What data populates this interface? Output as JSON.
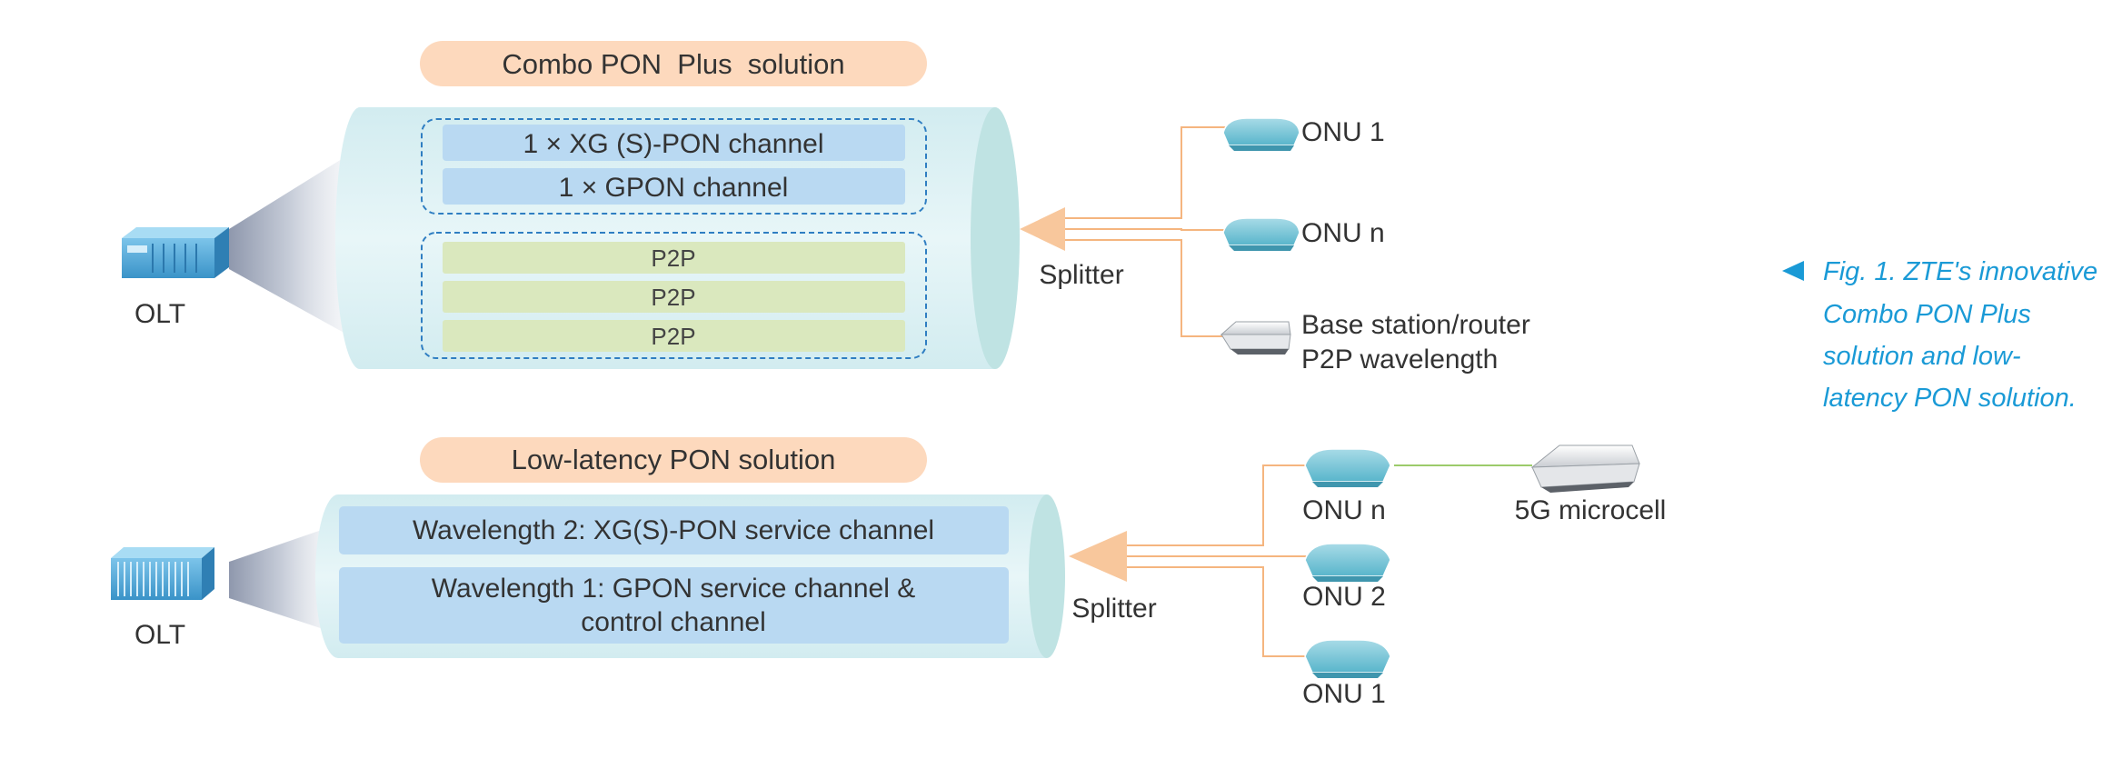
{
  "colors": {
    "pill": "#fdd9bd",
    "tube": "#dcf0f3",
    "tube_end": "#bfe3e3",
    "channel_blue": "#b9d9f2",
    "channel_green": "#dae8be",
    "group_border": "#2f7ec2",
    "fiber": "#f5b57f",
    "splitter": "#f8c79c",
    "device_blue": "#5fb6de",
    "caption": "#1a9ad6",
    "microcell_link": "#9ccb6b"
  },
  "combo": {
    "title": "Combo PON  Plus  solution",
    "olt_label": "OLT",
    "olt_icon": "olt-chassis-icon",
    "pon_channels": [
      "1 × XG (S)-PON channel",
      "1 × GPON channel"
    ],
    "p2p_channels": [
      "P2P",
      "P2P",
      "P2P"
    ],
    "splitter_label": "Splitter",
    "onus": [
      {
        "label": "ONU 1",
        "icon": "onu-icon"
      },
      {
        "label": "ONU n",
        "icon": "onu-icon"
      }
    ],
    "base_station": {
      "line1": "Base station/router",
      "line2": "P2P wavelength",
      "icon": "router-icon"
    }
  },
  "lowlatency": {
    "title": "Low-latency PON solution",
    "olt_label": "OLT",
    "olt_icon": "olt-chassis-icon",
    "channels": [
      {
        "lines": [
          "Wavelength 2: XG(S)-PON service channel"
        ]
      },
      {
        "lines": [
          "Wavelength 1: GPON service channel &",
          "control channel"
        ]
      }
    ],
    "splitter_label": "Splitter",
    "onus": [
      {
        "label": "ONU n",
        "icon": "onu-icon"
      },
      {
        "label": "ONU 2",
        "icon": "onu-icon"
      },
      {
        "label": "ONU 1",
        "icon": "onu-icon"
      }
    ],
    "microcell": {
      "label": "5G microcell",
      "icon": "microcell-icon"
    }
  },
  "caption": {
    "lines": [
      "Fig. 1. ZTE's innovative",
      "Combo PON Plus",
      "solution and low-",
      "latency PON solution."
    ],
    "marker_icon": "triangle-left-icon"
  }
}
